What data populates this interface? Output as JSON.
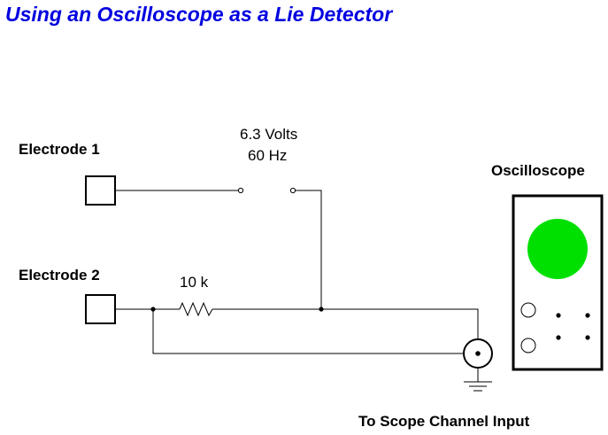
{
  "title": "Using an Oscilloscope as a Lie Detector",
  "labels": {
    "electrode1": "Electrode 1",
    "electrode2": "Electrode 2",
    "voltage": "6.3 Volts",
    "frequency": "60 Hz",
    "resistor": "10 k",
    "oscilloscope": "Oscilloscope",
    "scope_input": "To Scope Channel Input"
  },
  "colors": {
    "title": "#0000e0",
    "screen": "#00e000",
    "line": "#000000"
  },
  "icons": {
    "electrode": "square-terminal",
    "switch_contact": "open-circle-terminal",
    "junction": "dot",
    "resistor": "zigzag-resistor",
    "bnc": "coaxial-connector",
    "ground": "ground-symbol"
  }
}
